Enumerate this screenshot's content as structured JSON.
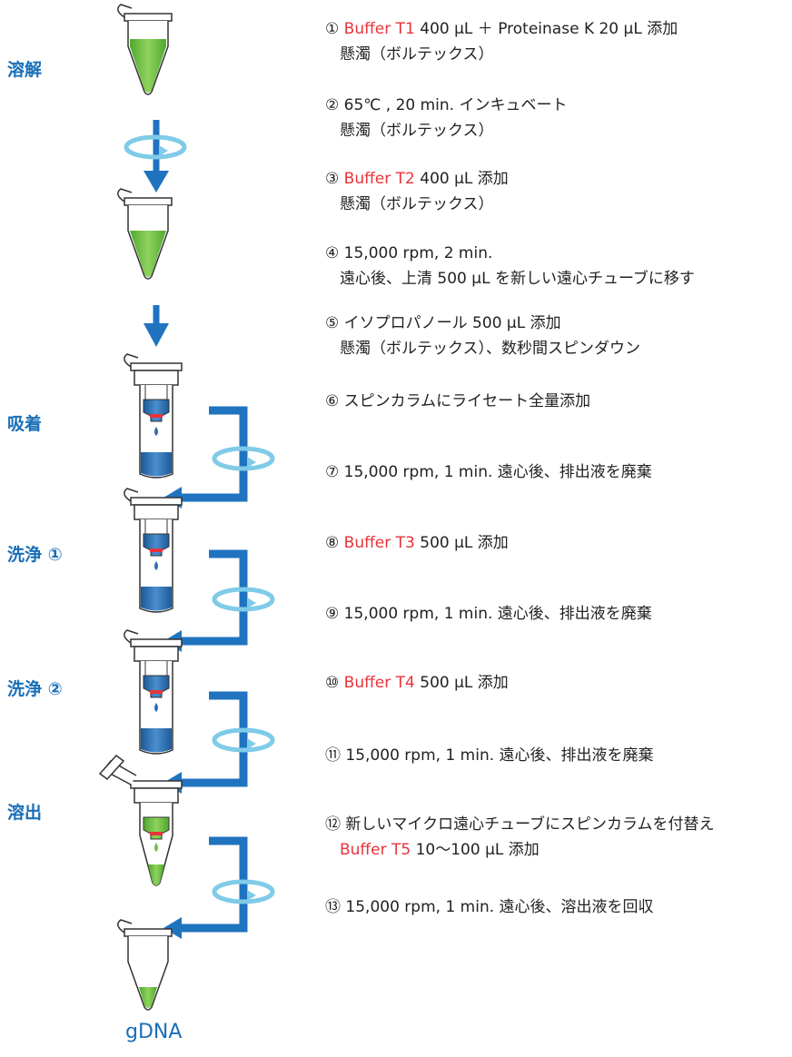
{
  "stages": {
    "lysis": "溶解",
    "binding": "吸着",
    "wash1": "洗浄 ①",
    "wash2": "洗浄 ②",
    "elution": "溶出"
  },
  "result_label": "gDNA",
  "steps": [
    {
      "num": "①",
      "red": "Buffer T1",
      "text": " 400 μL ＋ Proteinase K 20 μL 添加",
      "line2": "懸濁（ボルテックス）"
    },
    {
      "num": "②",
      "red": "",
      "text": "65℃ , 20 min. インキュベート",
      "line2": "懸濁（ボルテックス）"
    },
    {
      "num": "③",
      "red": "Buffer T2",
      "text": " 400 μL 添加",
      "line2": "懸濁（ボルテックス）"
    },
    {
      "num": "④",
      "red": "",
      "text": "15,000 rpm, 2 min.",
      "line2": "遠心後、上清 500 μL を新しい遠心チューブに移す"
    },
    {
      "num": "⑤",
      "red": "",
      "text": "イソプロパノール 500 μL 添加",
      "line2": "懸濁（ボルテックス）、数秒間スピンダウン"
    },
    {
      "num": "⑥",
      "red": "",
      "text": "スピンカラムにライセート全量添加",
      "line2": ""
    },
    {
      "num": "⑦",
      "red": "",
      "text": "15,000 rpm, 1 min. 遠心後、排出液を廃棄",
      "line2": ""
    },
    {
      "num": "⑧",
      "red": "Buffer T3",
      "text": " 500 μL 添加",
      "line2": ""
    },
    {
      "num": "⑨",
      "red": "",
      "text": "15,000 rpm, 1 min. 遠心後、排出液を廃棄",
      "line2": ""
    },
    {
      "num": "⑩",
      "red": "Buffer T4",
      "text": " 500 μL 添加",
      "line2": ""
    },
    {
      "num": "⑪",
      "red": "",
      "text": "15,000 rpm, 1 min. 遠心後、排出液を廃棄",
      "line2": ""
    },
    {
      "num": "⑫",
      "red": "",
      "text": "新しいマイクロ遠心チューブにスピンカラムを付替え",
      "line2_red": "Buffer T5",
      "line2": " 10〜100 μL 添加"
    },
    {
      "num": "⑬",
      "red": "",
      "text": "15,000 rpm, 1 min. 遠心後、溶出液を回収",
      "line2": ""
    }
  ],
  "colors": {
    "accent_blue": "#1a6fb8",
    "arrow_blue": "#1f73bf",
    "liquid_green": "#6cc04a",
    "column_blue": "#2d6db0",
    "ring_cyan": "#7fcbe8",
    "red_text": "#e8333a"
  }
}
